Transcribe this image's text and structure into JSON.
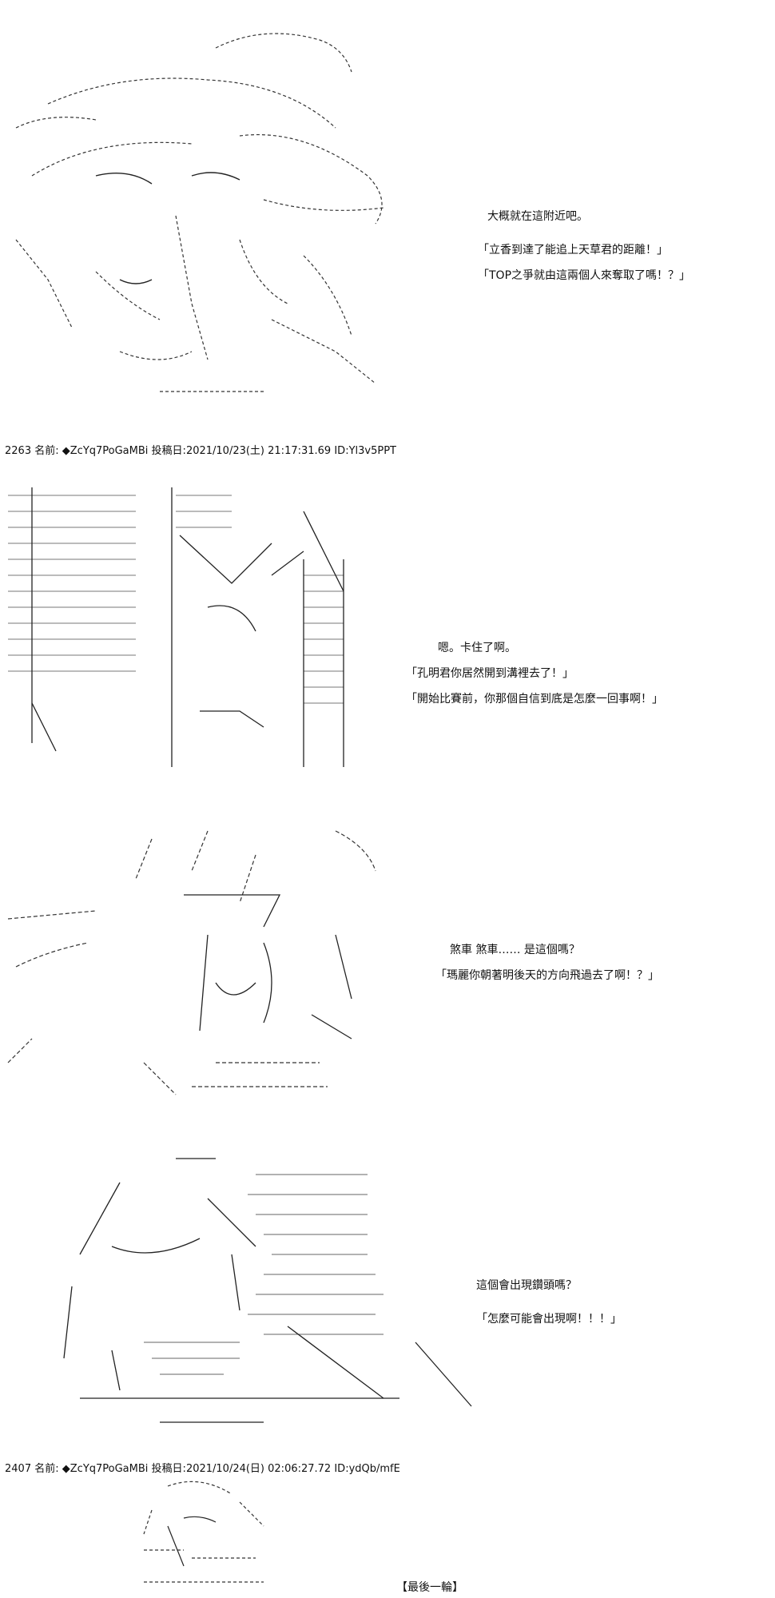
{
  "posts": [
    {
      "number": "2263",
      "name_label": "名前:",
      "tripcode": "◆ZcYq7PoGaMBi",
      "posted_label": "投稿日:",
      "datetime": "2021/10/23(土) 21:17:31.69",
      "id": "ID:Yl3v5PPT"
    },
    {
      "number": "2407",
      "name_label": "名前:",
      "tripcode": "◆ZcYq7PoGaMBi",
      "posted_label": "投稿日:",
      "datetime": "2021/10/24(日) 02:06:27.72",
      "id": "ID:ydQb/mfE"
    }
  ],
  "panels": [
    {
      "lines": [
        "大概就在這附近吧。",
        "「立香到達了能追上天草君的距離！」",
        "「TOP之爭就由這兩個人來奪取了嗎！？」"
      ]
    },
    {
      "lines": [
        "嗯。卡住了啊。",
        "「孔明君你居然開到溝裡去了！」",
        "「開始比賽前，你那個自信到底是怎麼一回事啊！」"
      ]
    },
    {
      "lines": [
        "煞車 煞車…… 是這個嗎？",
        "「瑪麗你朝著明後天的方向飛過去了啊！？」"
      ]
    },
    {
      "lines": [
        "這個會出現鑽頭嗎？",
        "「怎麼可能會出現啊！！！」"
      ]
    }
  ],
  "footer": "【最後一輪】"
}
